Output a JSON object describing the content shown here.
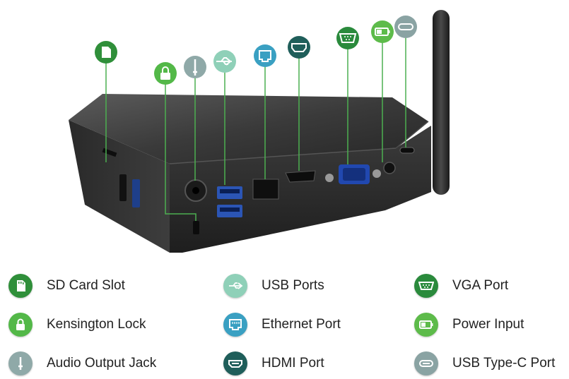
{
  "legend": {
    "items": [
      {
        "label": "SD Card Slot",
        "icon": "sd-card-icon",
        "color": "#2f8f3a"
      },
      {
        "label": "Kensington Lock",
        "icon": "lock-icon",
        "color": "#53b848"
      },
      {
        "label": "Audio Output Jack",
        "icon": "audio-jack-icon",
        "color": "#8fa9a8"
      },
      {
        "label": "USB Ports",
        "icon": "usb-icon",
        "color": "#8fd0b8"
      },
      {
        "label": "Ethernet Port",
        "icon": "ethernet-icon",
        "color": "#3aa0c2"
      },
      {
        "label": "HDMI Port",
        "icon": "hdmi-icon",
        "color": "#1f5e5a"
      },
      {
        "label": "VGA Port",
        "icon": "vga-icon",
        "color": "#2a8a3c"
      },
      {
        "label": "Power Input",
        "icon": "battery-icon",
        "color": "#5dbb4a"
      },
      {
        "label": "USB Type-C Port",
        "icon": "usb-c-icon",
        "color": "#8aa3a3"
      }
    ]
  }
}
